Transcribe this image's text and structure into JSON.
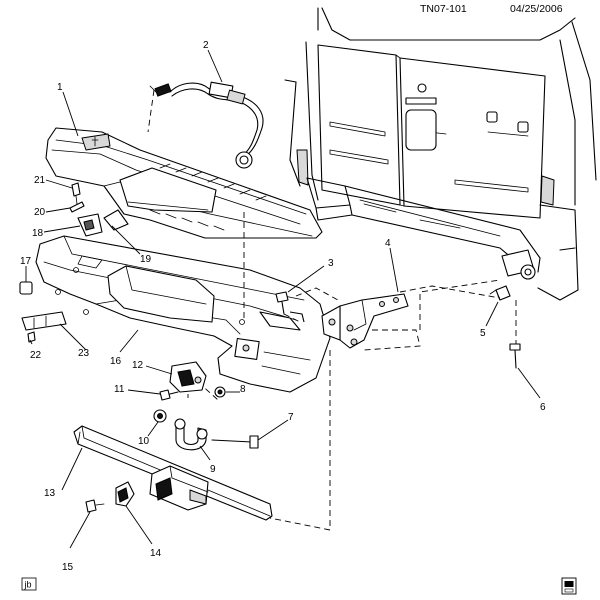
{
  "header": {
    "figure_id": "TN07-101",
    "date": "04/25/2006"
  },
  "footer": {
    "badge": "jb",
    "corner_icon": "vehicle-book-icon"
  },
  "callouts": [
    {
      "id": "1",
      "label": "1"
    },
    {
      "id": "2",
      "label": "2"
    },
    {
      "id": "3",
      "label": "3"
    },
    {
      "id": "4",
      "label": "4"
    },
    {
      "id": "5",
      "label": "5"
    },
    {
      "id": "6",
      "label": "6"
    },
    {
      "id": "7",
      "label": "7"
    },
    {
      "id": "8",
      "label": "8"
    },
    {
      "id": "9",
      "label": "9"
    },
    {
      "id": "10",
      "label": "10"
    },
    {
      "id": "11",
      "label": "11"
    },
    {
      "id": "12",
      "label": "12"
    },
    {
      "id": "13",
      "label": "13"
    },
    {
      "id": "14",
      "label": "14"
    },
    {
      "id": "15",
      "label": "15"
    },
    {
      "id": "16",
      "label": "16"
    },
    {
      "id": "17",
      "label": "17"
    },
    {
      "id": "18",
      "label": "18"
    },
    {
      "id": "19",
      "label": "19"
    },
    {
      "id": "20",
      "label": "20"
    },
    {
      "id": "21",
      "label": "21"
    },
    {
      "id": "22",
      "label": "22"
    },
    {
      "id": "23",
      "label": "23"
    }
  ],
  "colors": {
    "line": "#000000",
    "background": "#ffffff",
    "shade": "#d9d9d9"
  }
}
